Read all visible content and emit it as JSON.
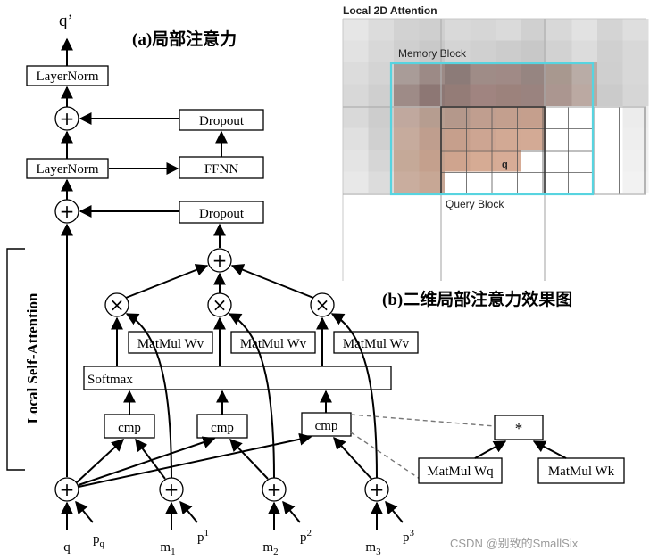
{
  "panel_a": {
    "title": "(a)局部注意力",
    "output_label": "q’",
    "side_label": "Local Self-Attention",
    "layernorm_top": "LayerNorm",
    "layernorm_mid": "LayerNorm",
    "dropout_top": "Dropout",
    "ffnn": "FFNN",
    "dropout_mid": "Dropout",
    "softmax": "Softmax",
    "matmul_wv": "MatMul Wv",
    "cmp": "cmp",
    "plus": "+",
    "times": "×",
    "inputs": [
      {
        "m": "q",
        "p": "p",
        "p_sub": "q"
      },
      {
        "m": "m",
        "m_sub": "1",
        "p": "p",
        "p_sub": "1"
      },
      {
        "m": "m",
        "m_sub": "2",
        "p": "p",
        "p_sub": "2"
      },
      {
        "m": "m",
        "m_sub": "3",
        "p": "p",
        "p_sub": "3"
      }
    ],
    "cmp_detail": {
      "star": "*",
      "left": "MatMul Wq",
      "right": "MatMul Wk"
    }
  },
  "panel_b": {
    "heading": "Local 2D Attention",
    "memory_label": "Memory Block",
    "query_label": "Query Block",
    "query_cell": "q",
    "caption": "(b)二维局部注意力效果图",
    "highlight_color": "#57d4e0"
  },
  "watermark": "CSDN @别致的SmallSix"
}
